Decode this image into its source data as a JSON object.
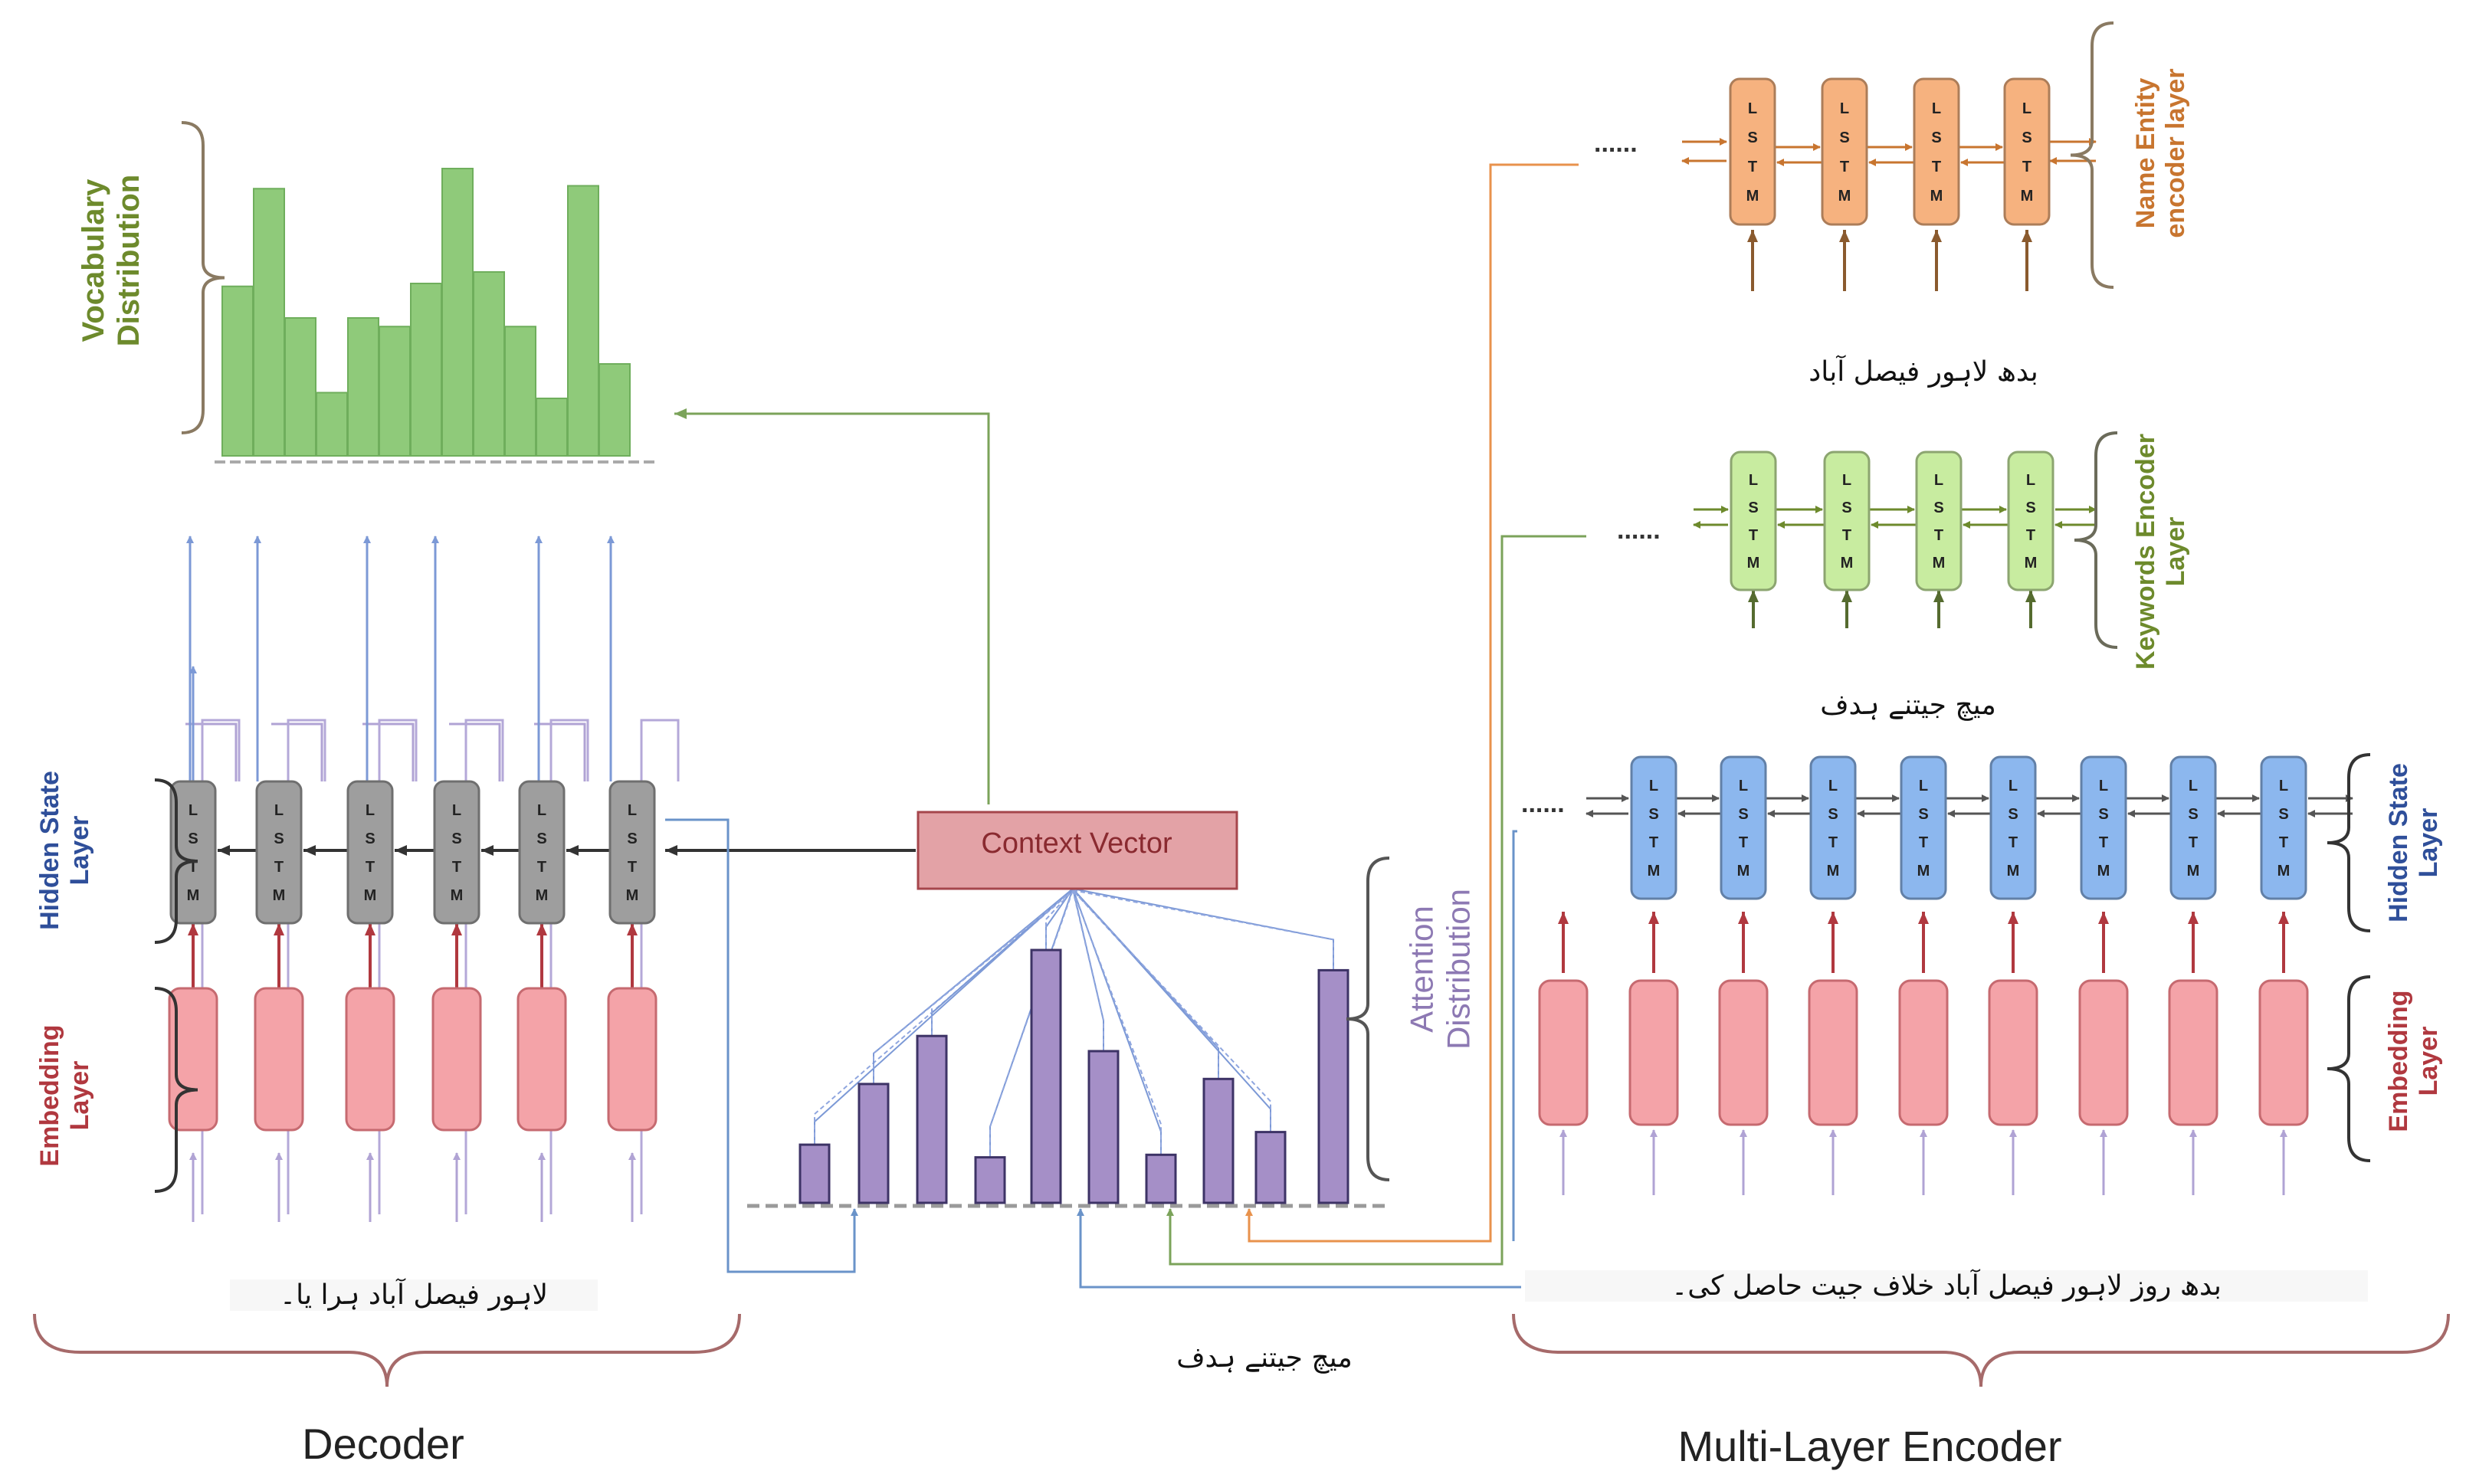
{
  "colors": {
    "decoder_lstm": "#9e9e9e",
    "embedding": "#f4a3a8",
    "vocab_bars": "#8fca7a",
    "attention_bars": "#a58fc7",
    "context_vector": "#e3a2a6",
    "name_entity_lstm": "#f6b27f",
    "keywords_lstm": "#c8eca0",
    "encoder_lstm": "#8cb7ee",
    "label_blue": "#2f4f9a",
    "label_red": "#b0383f",
    "label_green": "#6d8a2c",
    "label_orange": "#c8752f",
    "label_purple": "#8d79b3"
  },
  "lstm_letters": [
    "L",
    "S",
    "T",
    "M"
  ],
  "vocab_bar_heights": [
    0.59,
    0.93,
    0.48,
    0.22,
    0.48,
    0.45,
    0.6,
    1.0,
    0.64,
    0.45,
    0.2,
    0.94,
    0.32
  ],
  "attention_bar_heights": [
    0.23,
    0.47,
    0.66,
    0.18,
    1.0,
    0.6,
    0.19,
    0.49,
    0.28,
    0.92
  ],
  "labels": {
    "vocabulary_distribution": "Vocabulary Distribution",
    "hidden_state_layer": "Hidden State Layer",
    "embedding_layer": "Embedding Layer",
    "context_vector": "Context Vector",
    "attention_distribution": "Attention Distribution",
    "decoder": "Decoder",
    "multi_layer_encoder": "Multi-Layer Encoder",
    "name_entity_encoder_layer": "Name Entity encoder layer",
    "keywords_encoder_layer": "Keywords Encoder Layer",
    "encoder_hidden_state_layer": "Hidden State Layer",
    "encoder_embedding_layer": "Embedding Layer"
  },
  "urdu_text": {
    "name_entities": "بدھ  لاہور  فیصل آباد",
    "keywords": "میچ  جیتنے  ہدف",
    "decoder_output": "لاہور  فیصل آباد  ہرا یا۔",
    "attention_caption": "میچ  جیتنے  ہدف",
    "encoder_input": "بدھ     روز  لاہور     فیصل آباد    خلاف  جیت  حاصل  کی۔"
  },
  "ellipsis": "......"
}
